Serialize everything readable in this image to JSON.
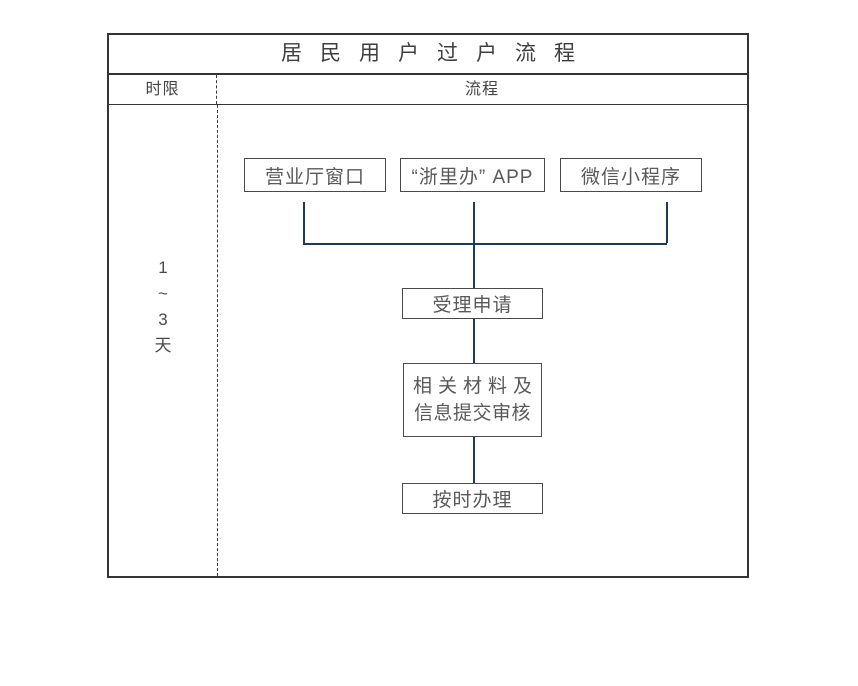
{
  "table": {
    "title": "居民用户过户流程",
    "header": {
      "time_col": "时限",
      "process_col": "流程"
    }
  },
  "time_limit": {
    "lines": [
      "1",
      "~",
      "3",
      "天"
    ]
  },
  "flowchart": {
    "channels": [
      {
        "label": "营业厅窗口"
      },
      {
        "label": "“浙里办” APP"
      },
      {
        "label": "微信小程序"
      }
    ],
    "steps": {
      "accept": "受理申请",
      "review_line1": "相关材料及",
      "review_line2": "信息提交审核",
      "complete": "按时办理"
    }
  },
  "colors": {
    "table_border": "#343434",
    "box_border": "#4a4a4a",
    "connector": "#1e3a56",
    "title_text": "#3f3f3f",
    "box_text": "#595959"
  }
}
